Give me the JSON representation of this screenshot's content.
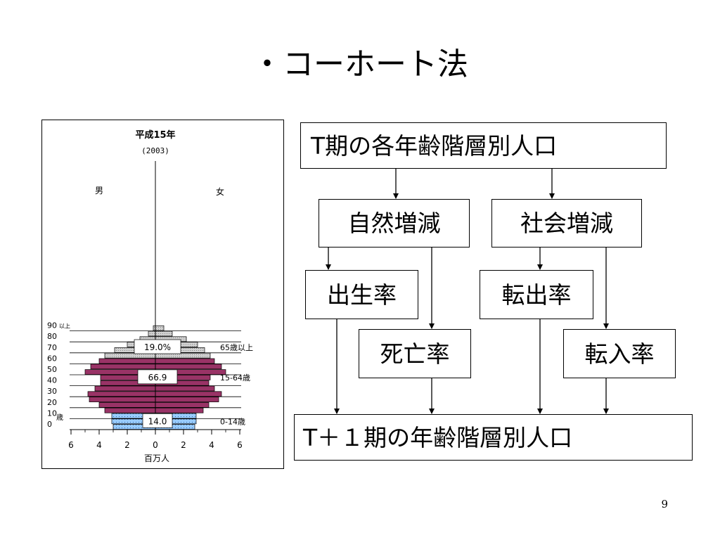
{
  "title": "・コーホート法",
  "page_number": "9",
  "chart_data": {
    "type": "bar",
    "subtype": "population-pyramid",
    "title": "平成15年",
    "subtitle": "(2003)",
    "left_label": "男",
    "right_label": "女",
    "x_unit_label": "百万人",
    "x_ticks": [
      "6",
      "4",
      "2",
      "0",
      "2",
      "4",
      "6"
    ],
    "xlim": [
      -6,
      6
    ],
    "y_tick_labels": [
      "0",
      "10",
      "20",
      "30",
      "40",
      "50",
      "60",
      "70",
      "80",
      "90"
    ],
    "y_top_suffix": "以上",
    "y_unit_label": "歳",
    "age_groups": [
      "0-4",
      "5-9",
      "10-14",
      "15-19",
      "20-24",
      "25-29",
      "30-34",
      "35-39",
      "40-44",
      "45-49",
      "50-54",
      "55-59",
      "60-64",
      "65-69",
      "70-74",
      "75-79",
      "80-84",
      "85-89",
      "90+"
    ],
    "series": [
      {
        "name": "男",
        "values": [
          3.0,
          3.1,
          3.1,
          3.6,
          4.0,
          4.7,
          4.8,
          4.3,
          3.9,
          3.9,
          5.0,
          4.6,
          4.0,
          3.6,
          2.9,
          2.0,
          1.1,
          0.5,
          0.15
        ]
      },
      {
        "name": "女",
        "values": [
          2.8,
          2.9,
          2.9,
          3.4,
          3.8,
          4.5,
          4.7,
          4.2,
          3.8,
          3.9,
          5.0,
          4.7,
          4.2,
          3.9,
          3.5,
          3.0,
          2.2,
          1.2,
          0.6
        ]
      }
    ],
    "band_colors": {
      "elderly": "#c0c0c0",
      "working": "#993366",
      "young": "#99ccff"
    },
    "bands": [
      {
        "label": "65歳以上",
        "value": "19.0%",
        "group": "elderly"
      },
      {
        "label": "15-64歳",
        "value": "66.9",
        "group": "working"
      },
      {
        "label": "0-14歳",
        "value": "14.0",
        "group": "young"
      }
    ]
  },
  "flow": {
    "top": "T期の各年齢階層別人口",
    "natural": "自然増減",
    "social": "社会増減",
    "birth": "出生率",
    "death": "死亡率",
    "out_migration": "転出率",
    "in_migration": "転入率",
    "bottom": "T＋１期の年齢階層別人口"
  }
}
